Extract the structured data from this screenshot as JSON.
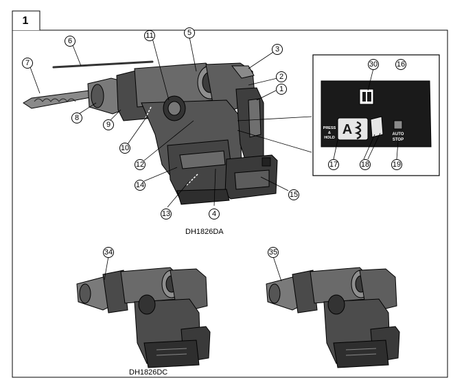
{
  "figure": {
    "number": "1",
    "model_top": "DH1826DA",
    "model_bottom_left": "DH1826DC"
  },
  "callouts": {
    "c1": "1",
    "c2": "2",
    "c3": "3",
    "c4": "4",
    "c5": "5",
    "c6": "6",
    "c7": "7",
    "c8": "8",
    "c9": "9",
    "c10": "10",
    "c11": "11",
    "c12": "12",
    "c13": "13",
    "c14": "14",
    "c15": "15",
    "c16": "16",
    "c17": "17",
    "c18": "18",
    "c19": "19",
    "c30": "30",
    "c34": "34",
    "c35": "35"
  },
  "panel": {
    "press_hold_line1": "PRESS",
    "press_hold_line2": "&",
    "press_hold_line3": "HOLD",
    "mode_letter": "A",
    "auto_stop_line1": "AUTO",
    "auto_stop_line2": "STOP"
  },
  "colors": {
    "outline": "#000000",
    "tool_dark": "#3a3a3a",
    "tool_mid": "#6e6e6e",
    "tool_light": "#a8a8a8",
    "panel_bg": "#1a1a1a",
    "button_bg": "#e6e6e6"
  }
}
